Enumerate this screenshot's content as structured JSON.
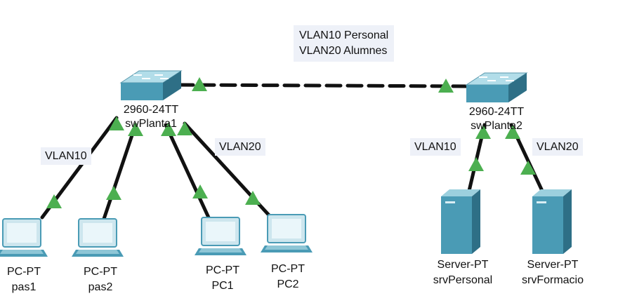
{
  "annotation": {
    "line1": "VLAN10 Personal",
    "line2": "VLAN20 Alumnes"
  },
  "link_labels": {
    "left_vlan10": "VLAN10",
    "left_vlan20": "VLAN20",
    "right_vlan10": "VLAN10",
    "right_vlan20": "VLAN20"
  },
  "switches": {
    "sw1": {
      "model": "2960-24TT",
      "name": "swPlanta1"
    },
    "sw2": {
      "model": "2960-24TT",
      "name": "swPlanta2"
    }
  },
  "pcs": [
    {
      "type": "PC-PT",
      "name": "pas1"
    },
    {
      "type": "PC-PT",
      "name": "pas2"
    },
    {
      "type": "PC-PT",
      "name": "PC1"
    },
    {
      "type": "PC-PT",
      "name": "PC2"
    }
  ],
  "servers": [
    {
      "type": "Server-PT",
      "name": "srvPersonal"
    },
    {
      "type": "Server-PT",
      "name": "srvFormacio"
    }
  ],
  "colors": {
    "link": "#111111",
    "link_up_triangle": "#4caf50",
    "device_teal": "#4a9bb5",
    "device_dark": "#2e6f86",
    "label_bg": "#eef1f8"
  }
}
